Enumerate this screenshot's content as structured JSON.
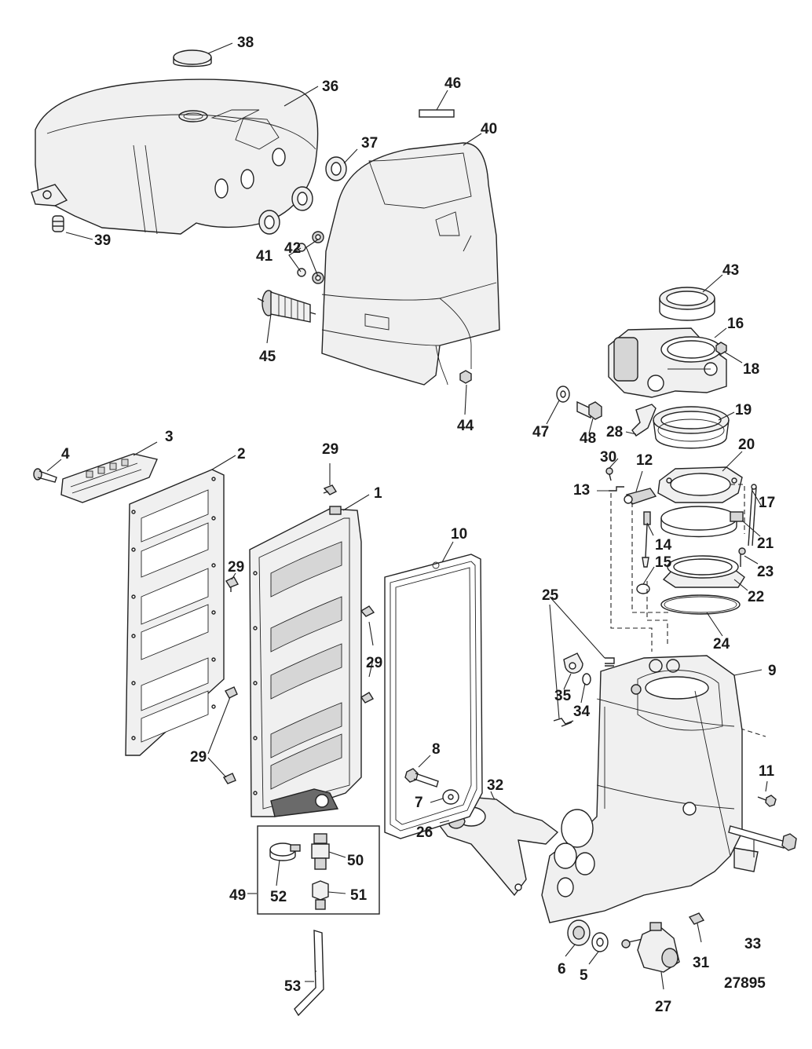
{
  "figure_number": "27895",
  "callouts": [
    {
      "id": "38",
      "text": "38"
    },
    {
      "id": "36",
      "text": "36"
    },
    {
      "id": "46",
      "text": "46"
    },
    {
      "id": "37",
      "text": "37"
    },
    {
      "id": "40",
      "text": "40"
    },
    {
      "id": "39",
      "text": "39"
    },
    {
      "id": "41",
      "text": "41"
    },
    {
      "id": "42",
      "text": "42"
    },
    {
      "id": "45",
      "text": "45"
    },
    {
      "id": "43",
      "text": "43"
    },
    {
      "id": "16",
      "text": "16"
    },
    {
      "id": "18",
      "text": "18"
    },
    {
      "id": "44",
      "text": "44"
    },
    {
      "id": "47",
      "text": "47"
    },
    {
      "id": "48",
      "text": "48"
    },
    {
      "id": "28",
      "text": "28"
    },
    {
      "id": "19",
      "text": "19"
    },
    {
      "id": "3",
      "text": "3"
    },
    {
      "id": "4",
      "text": "4"
    },
    {
      "id": "2",
      "text": "2"
    },
    {
      "id": "29a",
      "text": "29"
    },
    {
      "id": "30",
      "text": "30"
    },
    {
      "id": "12",
      "text": "12"
    },
    {
      "id": "20",
      "text": "20"
    },
    {
      "id": "1",
      "text": "1"
    },
    {
      "id": "13",
      "text": "13"
    },
    {
      "id": "17",
      "text": "17"
    },
    {
      "id": "10",
      "text": "10"
    },
    {
      "id": "14",
      "text": "14"
    },
    {
      "id": "21",
      "text": "21"
    },
    {
      "id": "29b",
      "text": "29"
    },
    {
      "id": "15",
      "text": "15"
    },
    {
      "id": "23",
      "text": "23"
    },
    {
      "id": "22",
      "text": "22"
    },
    {
      "id": "25",
      "text": "25"
    },
    {
      "id": "24",
      "text": "24"
    },
    {
      "id": "29c",
      "text": "29"
    },
    {
      "id": "9",
      "text": "9"
    },
    {
      "id": "35",
      "text": "35"
    },
    {
      "id": "34",
      "text": "34"
    },
    {
      "id": "29d",
      "text": "29"
    },
    {
      "id": "8",
      "text": "8"
    },
    {
      "id": "11",
      "text": "11"
    },
    {
      "id": "7",
      "text": "7"
    },
    {
      "id": "32",
      "text": "32"
    },
    {
      "id": "50",
      "text": "50"
    },
    {
      "id": "49",
      "text": "49"
    },
    {
      "id": "52",
      "text": "52"
    },
    {
      "id": "51",
      "text": "51"
    },
    {
      "id": "26",
      "text": "26"
    },
    {
      "id": "33",
      "text": "33"
    },
    {
      "id": "6",
      "text": "6"
    },
    {
      "id": "5",
      "text": "5"
    },
    {
      "id": "31",
      "text": "31"
    },
    {
      "id": "27",
      "text": "27"
    },
    {
      "id": "53",
      "text": "53"
    }
  ]
}
